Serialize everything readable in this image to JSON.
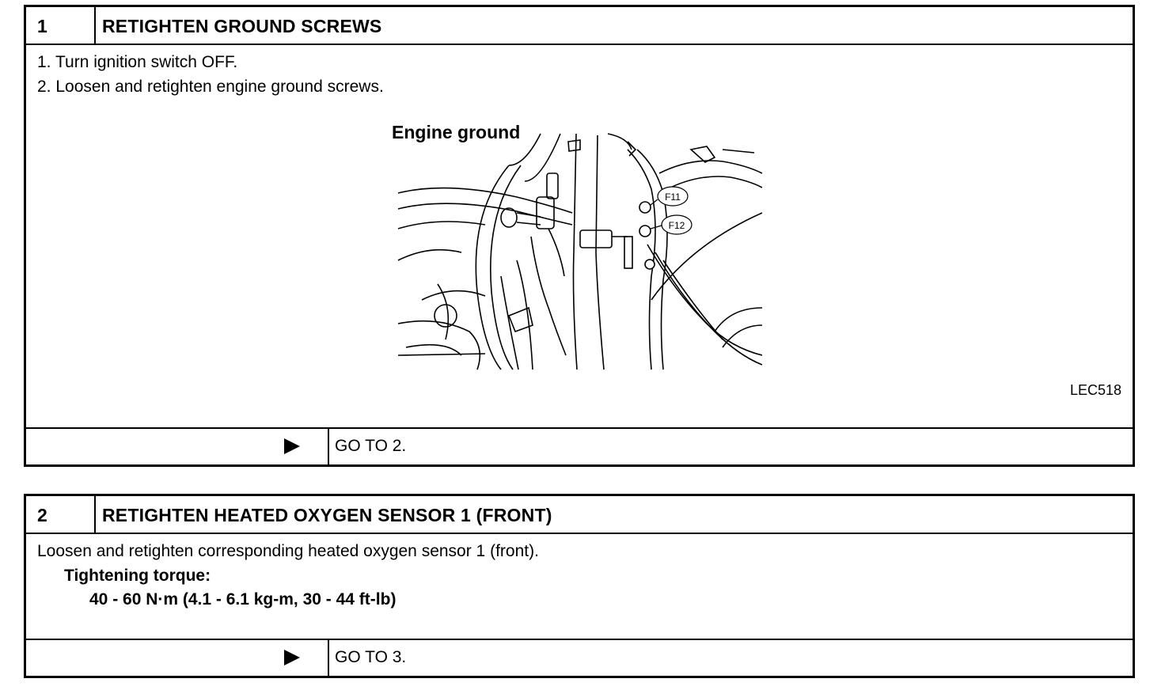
{
  "step1": {
    "number": "1",
    "title": "RETIGHTEN GROUND SCREWS",
    "instructions": [
      "1.  Turn ignition switch OFF.",
      "2.  Loosen and retighten engine ground screws."
    ],
    "figure_label": "Engine ground",
    "callouts": [
      "F11",
      "F12"
    ],
    "figure_code": "LEC518",
    "goto": "GO TO 2."
  },
  "step2": {
    "number": "2",
    "title": "RETIGHTEN HEATED OXYGEN SENSOR 1 (FRONT)",
    "instruction": "Loosen and retighten corresponding heated oxygen sensor 1 (front).",
    "torque_label": "Tightening torque:",
    "torque_value": "40 - 60 N·m (4.1 - 6.1 kg-m, 30 - 44 ft-lb)",
    "goto": "GO TO 3."
  }
}
